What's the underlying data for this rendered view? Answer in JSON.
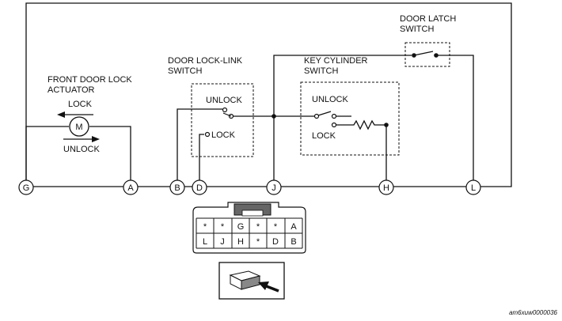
{
  "components": {
    "actuator": {
      "line1": "FRONT DOOR LOCK",
      "line2": "ACTUATOR",
      "motor": "M",
      "lock": "LOCK",
      "unlock": "UNLOCK"
    },
    "lock_link_switch": {
      "line1": "DOOR LOCK-LINK",
      "line2": "SWITCH",
      "unlock": "UNLOCK",
      "lock": "LOCK"
    },
    "key_cylinder_switch": {
      "line1": "KEY CYLINDER",
      "line2": "SWITCH",
      "unlock": "UNLOCK",
      "lock": "LOCK"
    },
    "door_latch_switch": {
      "line1": "DOOR LATCH",
      "line2": "SWITCH"
    }
  },
  "terminals": [
    "G",
    "A",
    "B",
    "D",
    "J",
    "H",
    "L"
  ],
  "connector": {
    "row1": [
      "*",
      "*",
      "G",
      "*",
      "*",
      "A"
    ],
    "row2": [
      "L",
      "J",
      "H",
      "*",
      "D",
      "B"
    ]
  },
  "figure_code": "am6xuw0000036"
}
